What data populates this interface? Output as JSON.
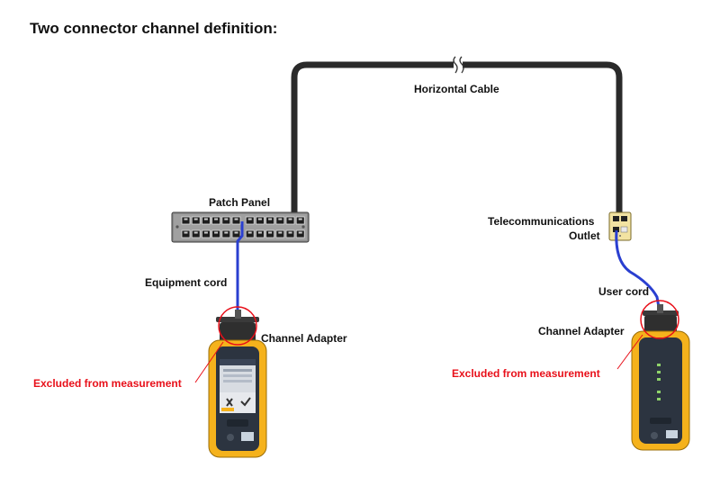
{
  "title": "Two connector channel definition:",
  "labels": {
    "horizontal_cable": "Horizontal Cable",
    "patch_panel": "Patch Panel",
    "telecom_outlet_line1": "Telecommunications",
    "telecom_outlet_line2": "Outlet",
    "equipment_cord": "Equipment cord",
    "user_cord": "User cord",
    "channel_adapter_left": "Channel Adapter",
    "channel_adapter_right": "Channel Adapter",
    "excluded_left": "Excluded from measurement",
    "excluded_right": "Excluded from measurement"
  },
  "colors": {
    "cable": "#2a2a2a",
    "cord": "#2a3fd0",
    "annotation": "#e8101a",
    "tester_body": "#f5b21c",
    "tester_face": "#2c3440"
  },
  "icons": {
    "cable_break": "break-squiggle-icon",
    "patch_panel": "patch-panel-icon",
    "outlet": "wall-outlet-icon",
    "tester_left": "main-tester-icon",
    "tester_right": "remote-tester-icon"
  }
}
